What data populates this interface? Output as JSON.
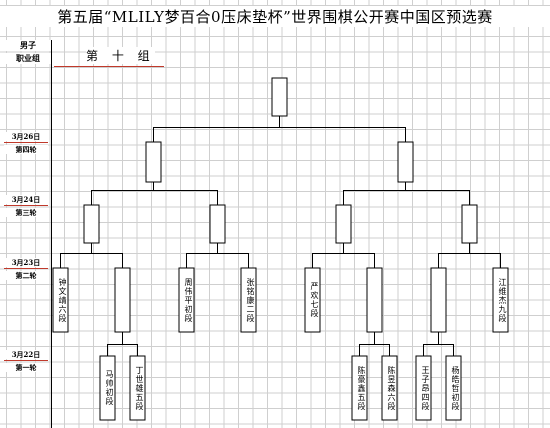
{
  "title": "第五届“MLILY梦百合0压床垫杯”世界围棋公开赛中国区预选赛",
  "category": [
    "男子",
    "职业组"
  ],
  "group": "第 十 组",
  "rounds": [
    {
      "date": "3月26日",
      "round": "第四轮"
    },
    {
      "date": "3月24日",
      "round": "第三轮"
    },
    {
      "date": "3月23日",
      "round": "第二轮"
    },
    {
      "date": "3月22日",
      "round": "第一轮"
    }
  ],
  "players": {
    "r2": [
      "钟文靖六段",
      "周伟平初段",
      "张铭康二段",
      "严欢七段",
      "江维杰九段"
    ],
    "r1": [
      "马帅初段",
      "丁世雄五段",
      "陈豪鑫五段",
      "陈昱森六段",
      "王子昂四段",
      "杨皓哲初段"
    ]
  }
}
